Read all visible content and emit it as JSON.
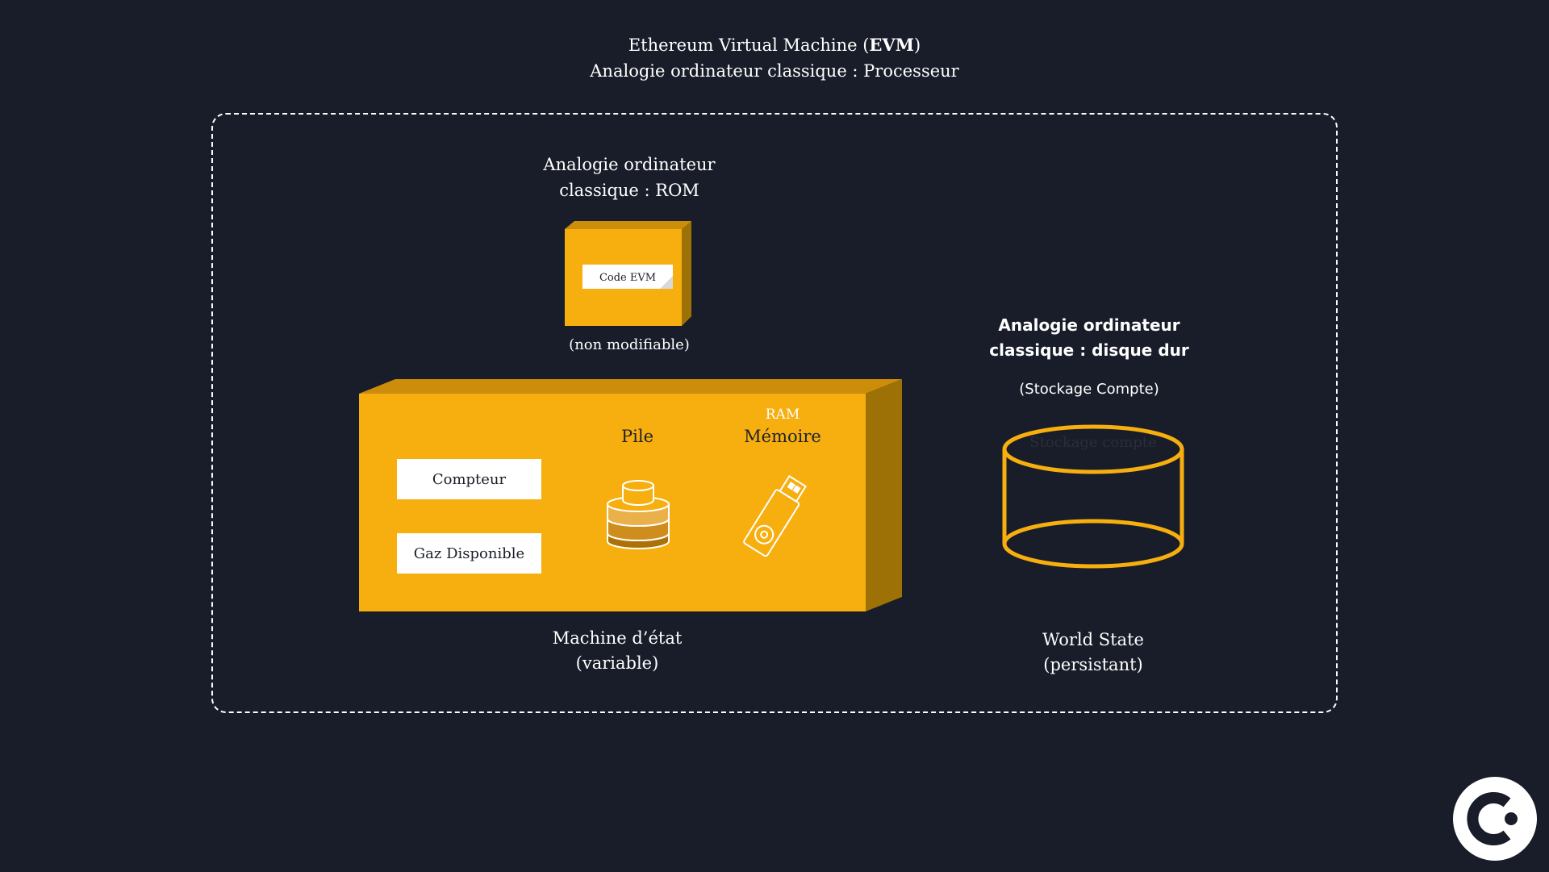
{
  "header": {
    "title_prefix": "Ethereum Virtual Machine (",
    "title_bold": "EVM",
    "title_suffix": ")",
    "subtitle": "Analogie ordinateur classique : Processeur"
  },
  "rom": {
    "label_line1": "Analogie ordinateur",
    "label_line2": "classique : ROM",
    "code_label": "Code EVM",
    "note": "(non modifiable)"
  },
  "state_machine": {
    "fields": [
      "Compteur",
      "Gaz Disponible"
    ],
    "stack_title": "Pile",
    "ram_label": "RAM",
    "memory_title": "Mémoire",
    "caption_line1": "Machine d’état",
    "caption_line2": "(variable)"
  },
  "hard_disk": {
    "label_line1": "Analogie ordinateur",
    "label_line2": "classique : disque dur",
    "storage_label": "(Stockage Compte)",
    "cylinder_text": "Stockage compte",
    "caption_line1": "World State",
    "caption_line2": "(persistant)"
  },
  "colors": {
    "background": "#181d29",
    "accent": "#f7ae0f",
    "accent_dark": "#cc8e0a",
    "accent_side": "#9e7106",
    "frame": "#ffffff"
  },
  "icons": [
    "stack-icon",
    "usb-stick-icon",
    "database-cylinder-icon",
    "brand-logo-icon"
  ]
}
